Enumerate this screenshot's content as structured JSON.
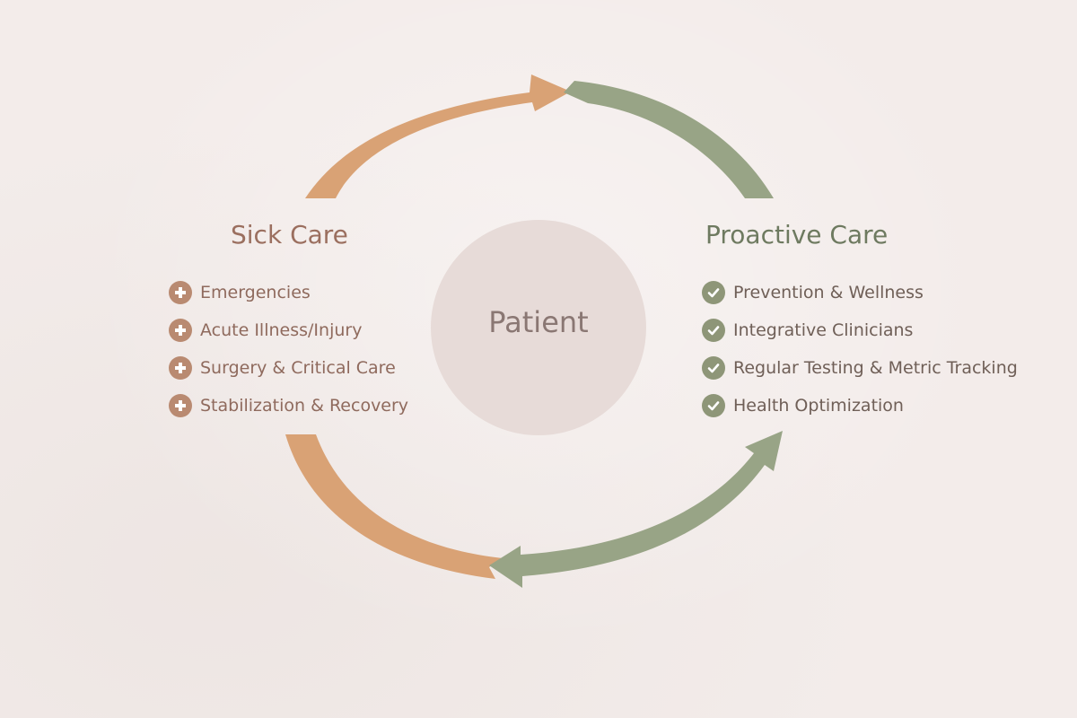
{
  "center": {
    "label": "Patient"
  },
  "sick_care": {
    "title": "Sick Care",
    "items": [
      {
        "label": "Emergencies",
        "icon": "plus-icon"
      },
      {
        "label": "Acute Illness/Injury",
        "icon": "plus-icon"
      },
      {
        "label": "Surgery & Critical Care",
        "icon": "plus-icon"
      },
      {
        "label": "Stabilization & Recovery",
        "icon": "plus-icon"
      }
    ]
  },
  "proactive_care": {
    "title": "Proactive Care",
    "items": [
      {
        "label": "Prevention & Wellness",
        "icon": "check-icon"
      },
      {
        "label": "Integrative Clinicians",
        "icon": "check-icon"
      },
      {
        "label": "Regular Testing & Metric Tracking",
        "icon": "check-icon"
      },
      {
        "label": "Health Optimization",
        "icon": "check-icon"
      }
    ]
  },
  "colors": {
    "sick_care_accent": "#d9a275",
    "proactive_care_accent": "#98a486",
    "background": "#f3ecea"
  }
}
